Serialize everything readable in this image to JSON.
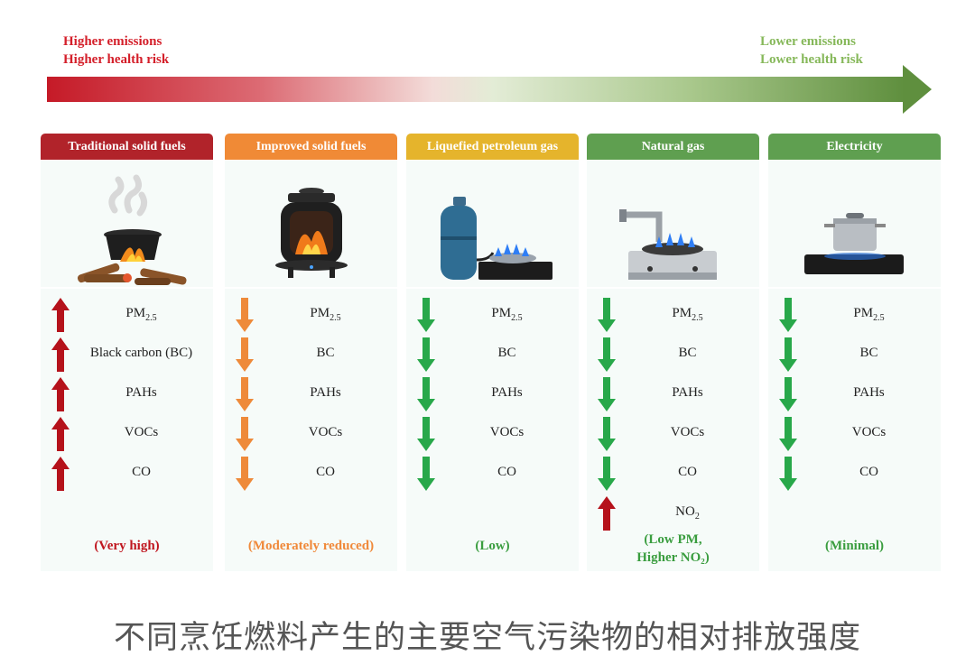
{
  "top": {
    "left_line1": "Higher emissions",
    "left_line2": "Higher health risk",
    "right_line1": "Lower emissions",
    "right_line2": "Lower health risk"
  },
  "colors": {
    "red": "#c0161f",
    "orange": "#f0893a",
    "yellow": "#e7b52a",
    "green": "#5d9e4f",
    "arrow_up_red": "#b5121b",
    "arrow_down_orange": "#ee8a3a",
    "arrow_down_green": "#28a84a"
  },
  "columns": [
    {
      "header": "Traditional solid fuels",
      "icon": "open-fire-pot-icon",
      "rows": [
        {
          "label": "PM",
          "sub": "2.5",
          "dir": "up"
        },
        {
          "label": "Black carbon (BC)",
          "sub": "",
          "dir": "up"
        },
        {
          "label": "PAHs",
          "sub": "",
          "dir": "up"
        },
        {
          "label": "VOCs",
          "sub": "",
          "dir": "up"
        },
        {
          "label": "CO",
          "sub": "",
          "dir": "up"
        }
      ],
      "summary_line1": "(Very high)",
      "summary_line2": ""
    },
    {
      "header": "Improved solid fuels",
      "icon": "improved-stove-icon",
      "rows": [
        {
          "label": "PM",
          "sub": "2.5",
          "dir": "down"
        },
        {
          "label": "BC",
          "sub": "",
          "dir": "down"
        },
        {
          "label": "PAHs",
          "sub": "",
          "dir": "down"
        },
        {
          "label": "VOCs",
          "sub": "",
          "dir": "down"
        },
        {
          "label": "CO",
          "sub": "",
          "dir": "down"
        }
      ],
      "summary_line1": "(Moderately reduced)",
      "summary_line2": ""
    },
    {
      "header": "Liquefied petroleum gas",
      "icon": "lpg-cylinder-burner-icon",
      "rows": [
        {
          "label": "PM",
          "sub": "2.5",
          "dir": "down"
        },
        {
          "label": "BC",
          "sub": "",
          "dir": "down"
        },
        {
          "label": "PAHs",
          "sub": "",
          "dir": "down"
        },
        {
          "label": "VOCs",
          "sub": "",
          "dir": "down"
        },
        {
          "label": "CO",
          "sub": "",
          "dir": "down"
        }
      ],
      "summary_line1": "(Low)",
      "summary_line2": ""
    },
    {
      "header": "Natural gas",
      "icon": "gas-stove-pipe-icon",
      "rows": [
        {
          "label": "PM",
          "sub": "2.5",
          "dir": "down"
        },
        {
          "label": "BC",
          "sub": "",
          "dir": "down"
        },
        {
          "label": "PAHs",
          "sub": "",
          "dir": "down"
        },
        {
          "label": "VOCs",
          "sub": "",
          "dir": "down"
        },
        {
          "label": "CO",
          "sub": "",
          "dir": "down"
        },
        {
          "label": "NO",
          "sub": "2",
          "dir": "up"
        }
      ],
      "summary_line1": "(Low PM,",
      "summary_line2": "Higher NO₂)"
    },
    {
      "header": "Electricity",
      "icon": "induction-cooktop-pot-icon",
      "rows": [
        {
          "label": "PM",
          "sub": "2.5",
          "dir": "down"
        },
        {
          "label": "BC",
          "sub": "",
          "dir": "down"
        },
        {
          "label": "PAHs",
          "sub": "",
          "dir": "down"
        },
        {
          "label": "VOCs",
          "sub": "",
          "dir": "down"
        },
        {
          "label": "CO",
          "sub": "",
          "dir": "down"
        }
      ],
      "summary_line1": "(Minimal)",
      "summary_line2": ""
    }
  ],
  "caption": "不同烹饪燃料产生的主要空气污染物的相对排放强度"
}
